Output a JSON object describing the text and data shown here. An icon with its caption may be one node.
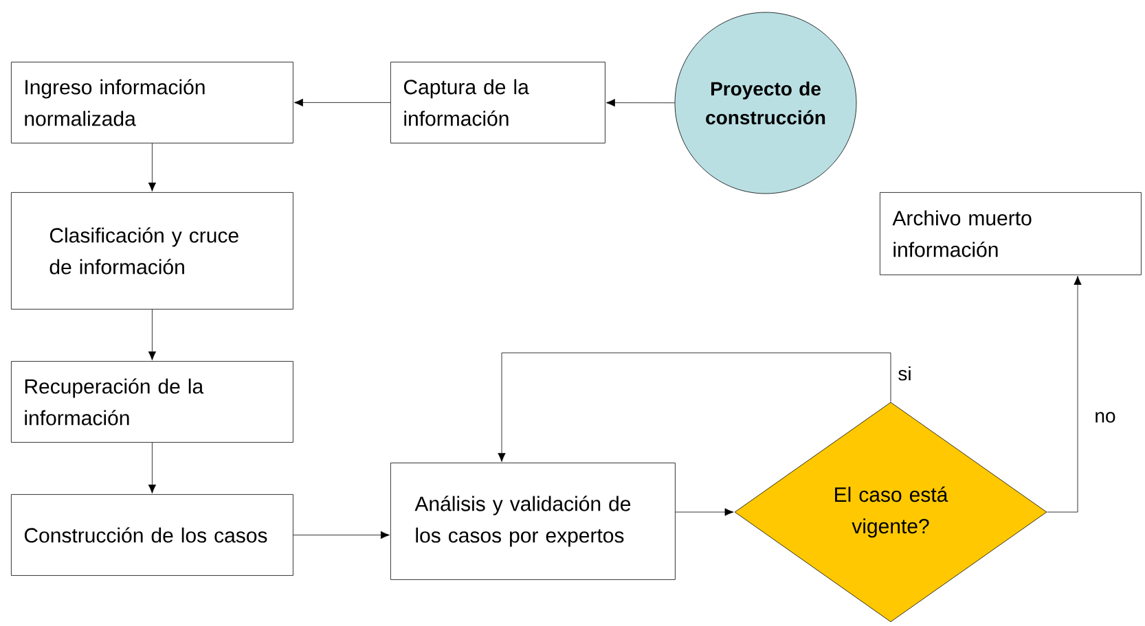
{
  "diagram": {
    "nodes": [
      {
        "text": [
          "Ingreso información normalizada"
        ]
      },
      {
        "text": [
          "Captura de la información"
        ]
      },
      {
        "text": [
          "Proyecto de construcción"
        ]
      },
      {
        "text": [
          "Clasificación y cruce de información"
        ]
      },
      {
        "text": [
          "Archivo muerto información"
        ]
      },
      {
        "text": [
          "Recuperación de la información"
        ]
      },
      {
        "text": [
          "Construcción de los casos"
        ]
      },
      {
        "text": [
          "Análisis y validación de los casos por expertos"
        ]
      },
      {
        "text": [
          "El caso está vigente?"
        ]
      }
    ],
    "edges": [
      {
        "from": 2,
        "to": 1,
        "arrow": "to"
      },
      {
        "from": 1,
        "to": 0,
        "arrow": "to"
      },
      {
        "from": 0,
        "to": 3,
        "arrow": "to"
      },
      {
        "from": 3,
        "to": 5,
        "arrow": "to"
      },
      {
        "from": 5,
        "to": 6,
        "arrow": "to"
      },
      {
        "from": 6,
        "to": 7,
        "arrow": "to"
      },
      {
        "from": 7,
        "to": 8,
        "arrow": "to"
      },
      {
        "from": 8,
        "to": 7,
        "arrow": "to",
        "label": "si"
      },
      {
        "from": 8,
        "to": 4,
        "arrow": "to",
        "label": "no"
      }
    ]
  }
}
